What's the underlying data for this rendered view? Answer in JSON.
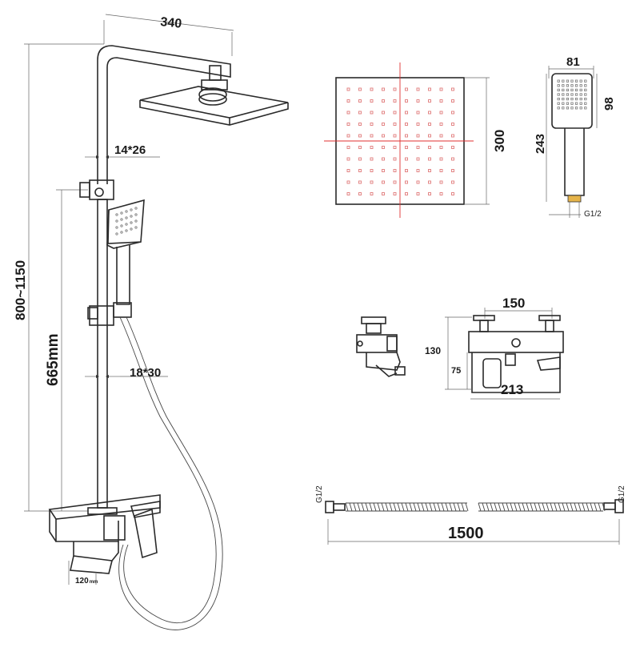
{
  "main_view": {
    "width_label": "340",
    "height_range_label": "800~1150",
    "rail_length_label": "665mm",
    "upper_pipe_label": "14*26",
    "lower_pipe_label": "18*30",
    "spout_label": "120",
    "spout_unit": "mm"
  },
  "head_plate": {
    "size_label": "300"
  },
  "hand_shower": {
    "width_label": "81",
    "head_label": "98",
    "length_label": "243",
    "thread_label": "G1/2"
  },
  "mixer": {
    "spacing_label": "150",
    "height_label": "130",
    "inner_label": "75",
    "width_label": "213"
  },
  "hose": {
    "left_thread": "G1/2",
    "right_thread": "G1/2",
    "length_label": "1500"
  }
}
